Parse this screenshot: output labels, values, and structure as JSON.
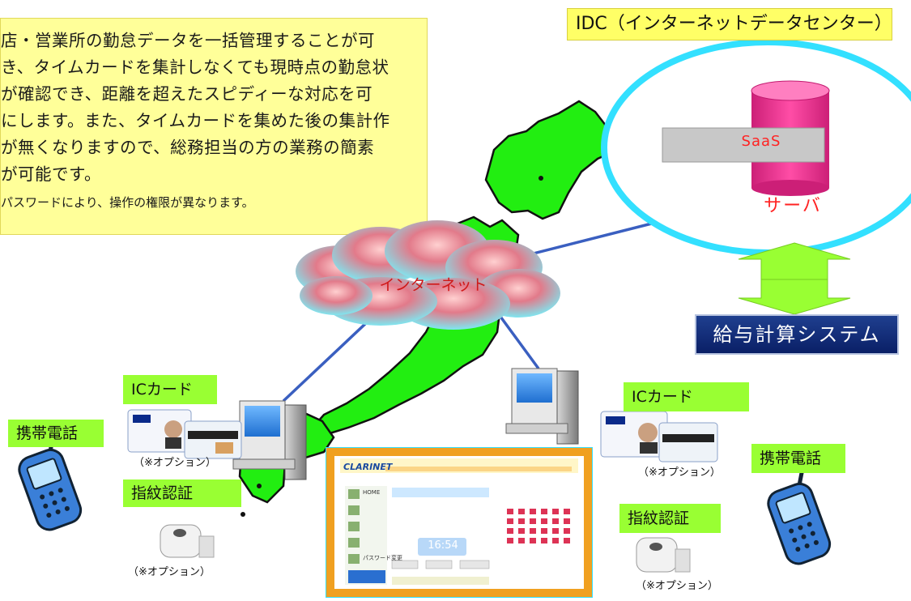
{
  "description": {
    "lines": [
      "店・営業所の勤怠データを一括管理することが可",
      "き、タイムカードを集計しなくても現時点の勤怠状",
      "が確認でき、距離を超えたスピディーな対応を可",
      "にします。また、タイムカードを集めた後の集計作",
      "が無くなりますので、総務担当の方の業務の簡素",
      "が可能です。"
    ],
    "note": "パスワードにより、操作の権限が異なります。"
  },
  "idc": {
    "label": "IDC（インターネットデータセンター）"
  },
  "server": {
    "saas_label": "SaaS",
    "server_label": "サーバ"
  },
  "internet": {
    "label": "インターネット"
  },
  "payroll": {
    "label": "給与計算システム"
  },
  "left_site": {
    "ic_card_label": "ICカード",
    "ic_card_option": "（※オプション）",
    "phone_label": "携帯電話",
    "fingerprint_label": "指紋認証",
    "fingerprint_option": "（※オプション）"
  },
  "right_site": {
    "ic_card_label": "ICカード",
    "ic_card_option": "（※オプション）",
    "phone_label": "携帯電話",
    "fingerprint_label": "指紋認証",
    "fingerprint_option": "（※オプション）"
  },
  "portal": {
    "logo": "CLARINET",
    "clock": "16:54",
    "menu": [
      "HOME",
      "",
      "",
      "",
      "パスワード変更"
    ]
  },
  "colors": {
    "map_green": "#22ee11",
    "label_green": "#99ff33",
    "note_yellow": "#ffff99",
    "server_pink": "#ff3399",
    "server_red_text": "#ff2222",
    "ellipse_cyan": "#33e0ff",
    "payroll_navy": "#0a1f66",
    "arrow_green": "#99ff33"
  }
}
